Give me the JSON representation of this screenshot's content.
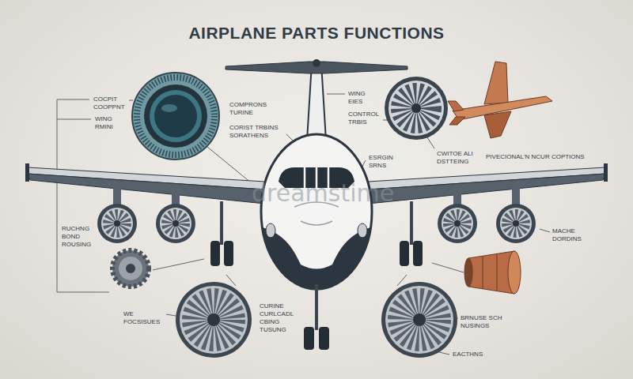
{
  "diagram": {
    "title": "AIRPLANE PARTS FUNCTIONS",
    "labels": [
      "COCPIT COOPPNT",
      "WING RMINI",
      "COMPRONS TURINE",
      "CORIST TRBINS SORATHENS",
      "WING EIES",
      "CONTROL TRBIS",
      "ESRGIN SRNS",
      "CWITOE ALI DSTTEING",
      "PIVECIONAL'N NCUR COPTIONS",
      "RUCHNG BOND ROUSING",
      "MACHE DORDINS",
      "WE FOCSISUES",
      "CURINE CURLCADL CBING TUSUNG",
      "BRNUSE SCH NUSINGS",
      "EACTHNS",
      "dreamstime"
    ]
  }
}
